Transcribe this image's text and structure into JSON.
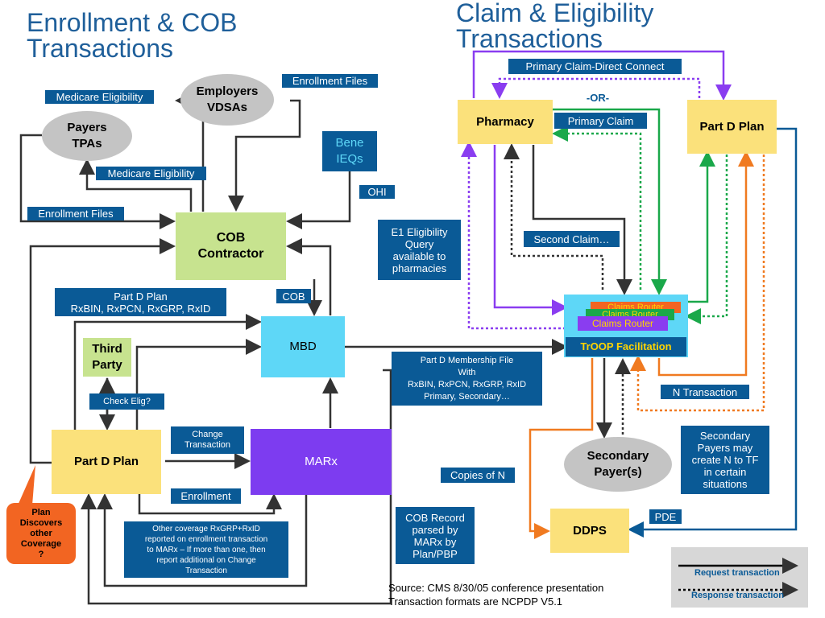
{
  "titles": {
    "left": "Enrollment & COB\nTransactions",
    "right": "Claim & Eligibility\nTransactions"
  },
  "boxes": {
    "employers": "Employers\nVDSAs",
    "payers": "Payers\nTPAs",
    "bene": "Bene\nIEQs",
    "cob_contractor": "COB\nContractor",
    "mbd": "MBD",
    "third_party": "Third\nParty",
    "part_d_left": "Part D Plan",
    "marx": "MARx",
    "plan_discovers": "Plan\nDiscovers\nother\nCoverage\n?",
    "pharmacy": "Pharmacy",
    "part_d_right": "Part D Plan",
    "claims_router_1": "Claims Router",
    "claims_router_2": "Claims Router",
    "claims_router_3": "Claims Router",
    "troop": "TrOOP Facilitation",
    "secondary_payer": "Secondary\nPayer(s)",
    "ddps": "DDPS"
  },
  "labels": {
    "enrollment_files_top": "Enrollment Files",
    "medicare_elig_top": "Medicare Eligibility",
    "medicare_elig_mid": "Medicare Eligibility",
    "enrollment_files_left": "Enrollment Files",
    "ohi": "OHI",
    "part_d_rx": "Part D Plan\nRxBIN, RxPCN, RxGRP, RxID",
    "cob": "COB",
    "check_elig": "Check Elig?",
    "change_tx": "Change\nTransaction",
    "enrollment": "Enrollment",
    "other_coverage": "Other coverage RxGRP+RxID\nreported on enrollment transaction\nto MARx – If more than one, then\nreport additional on Change\nTransaction",
    "e1": "E1 Eligibility\nQuery\navailable to\npharmacies",
    "membership_file": "Part D Membership File\nWith\nRxBIN, RxPCN, RxGRP, RxID\nPrimary, Secondary…",
    "copies_of_n": "Copies of N",
    "cob_record": "COB Record\nparsed by\nMARx by\nPlan/PBP",
    "primary_direct": "Primary Claim-Direct Connect",
    "or": "-OR-",
    "primary_claim": "Primary Claim",
    "second_claim": "Second Claim…",
    "n_transaction": "N Transaction",
    "secondary_payers_note": "Secondary\nPayers may\ncreate N to TF\nin certain\nsituations",
    "pde": "PDE"
  },
  "source": {
    "line1": "Source: CMS 8/30/05 conference presentation",
    "line2": "Transaction formats are NCPDP V5.1"
  },
  "legend": {
    "request": "Request transaction",
    "response": "Response transaction"
  },
  "colors": {
    "label_bg": "#0a5a96",
    "title": "#1f5f9a",
    "purple_line": "#8a3df0",
    "green_line": "#1aa84a",
    "orange_line": "#f07a20",
    "blue_line": "#0a5a96"
  }
}
